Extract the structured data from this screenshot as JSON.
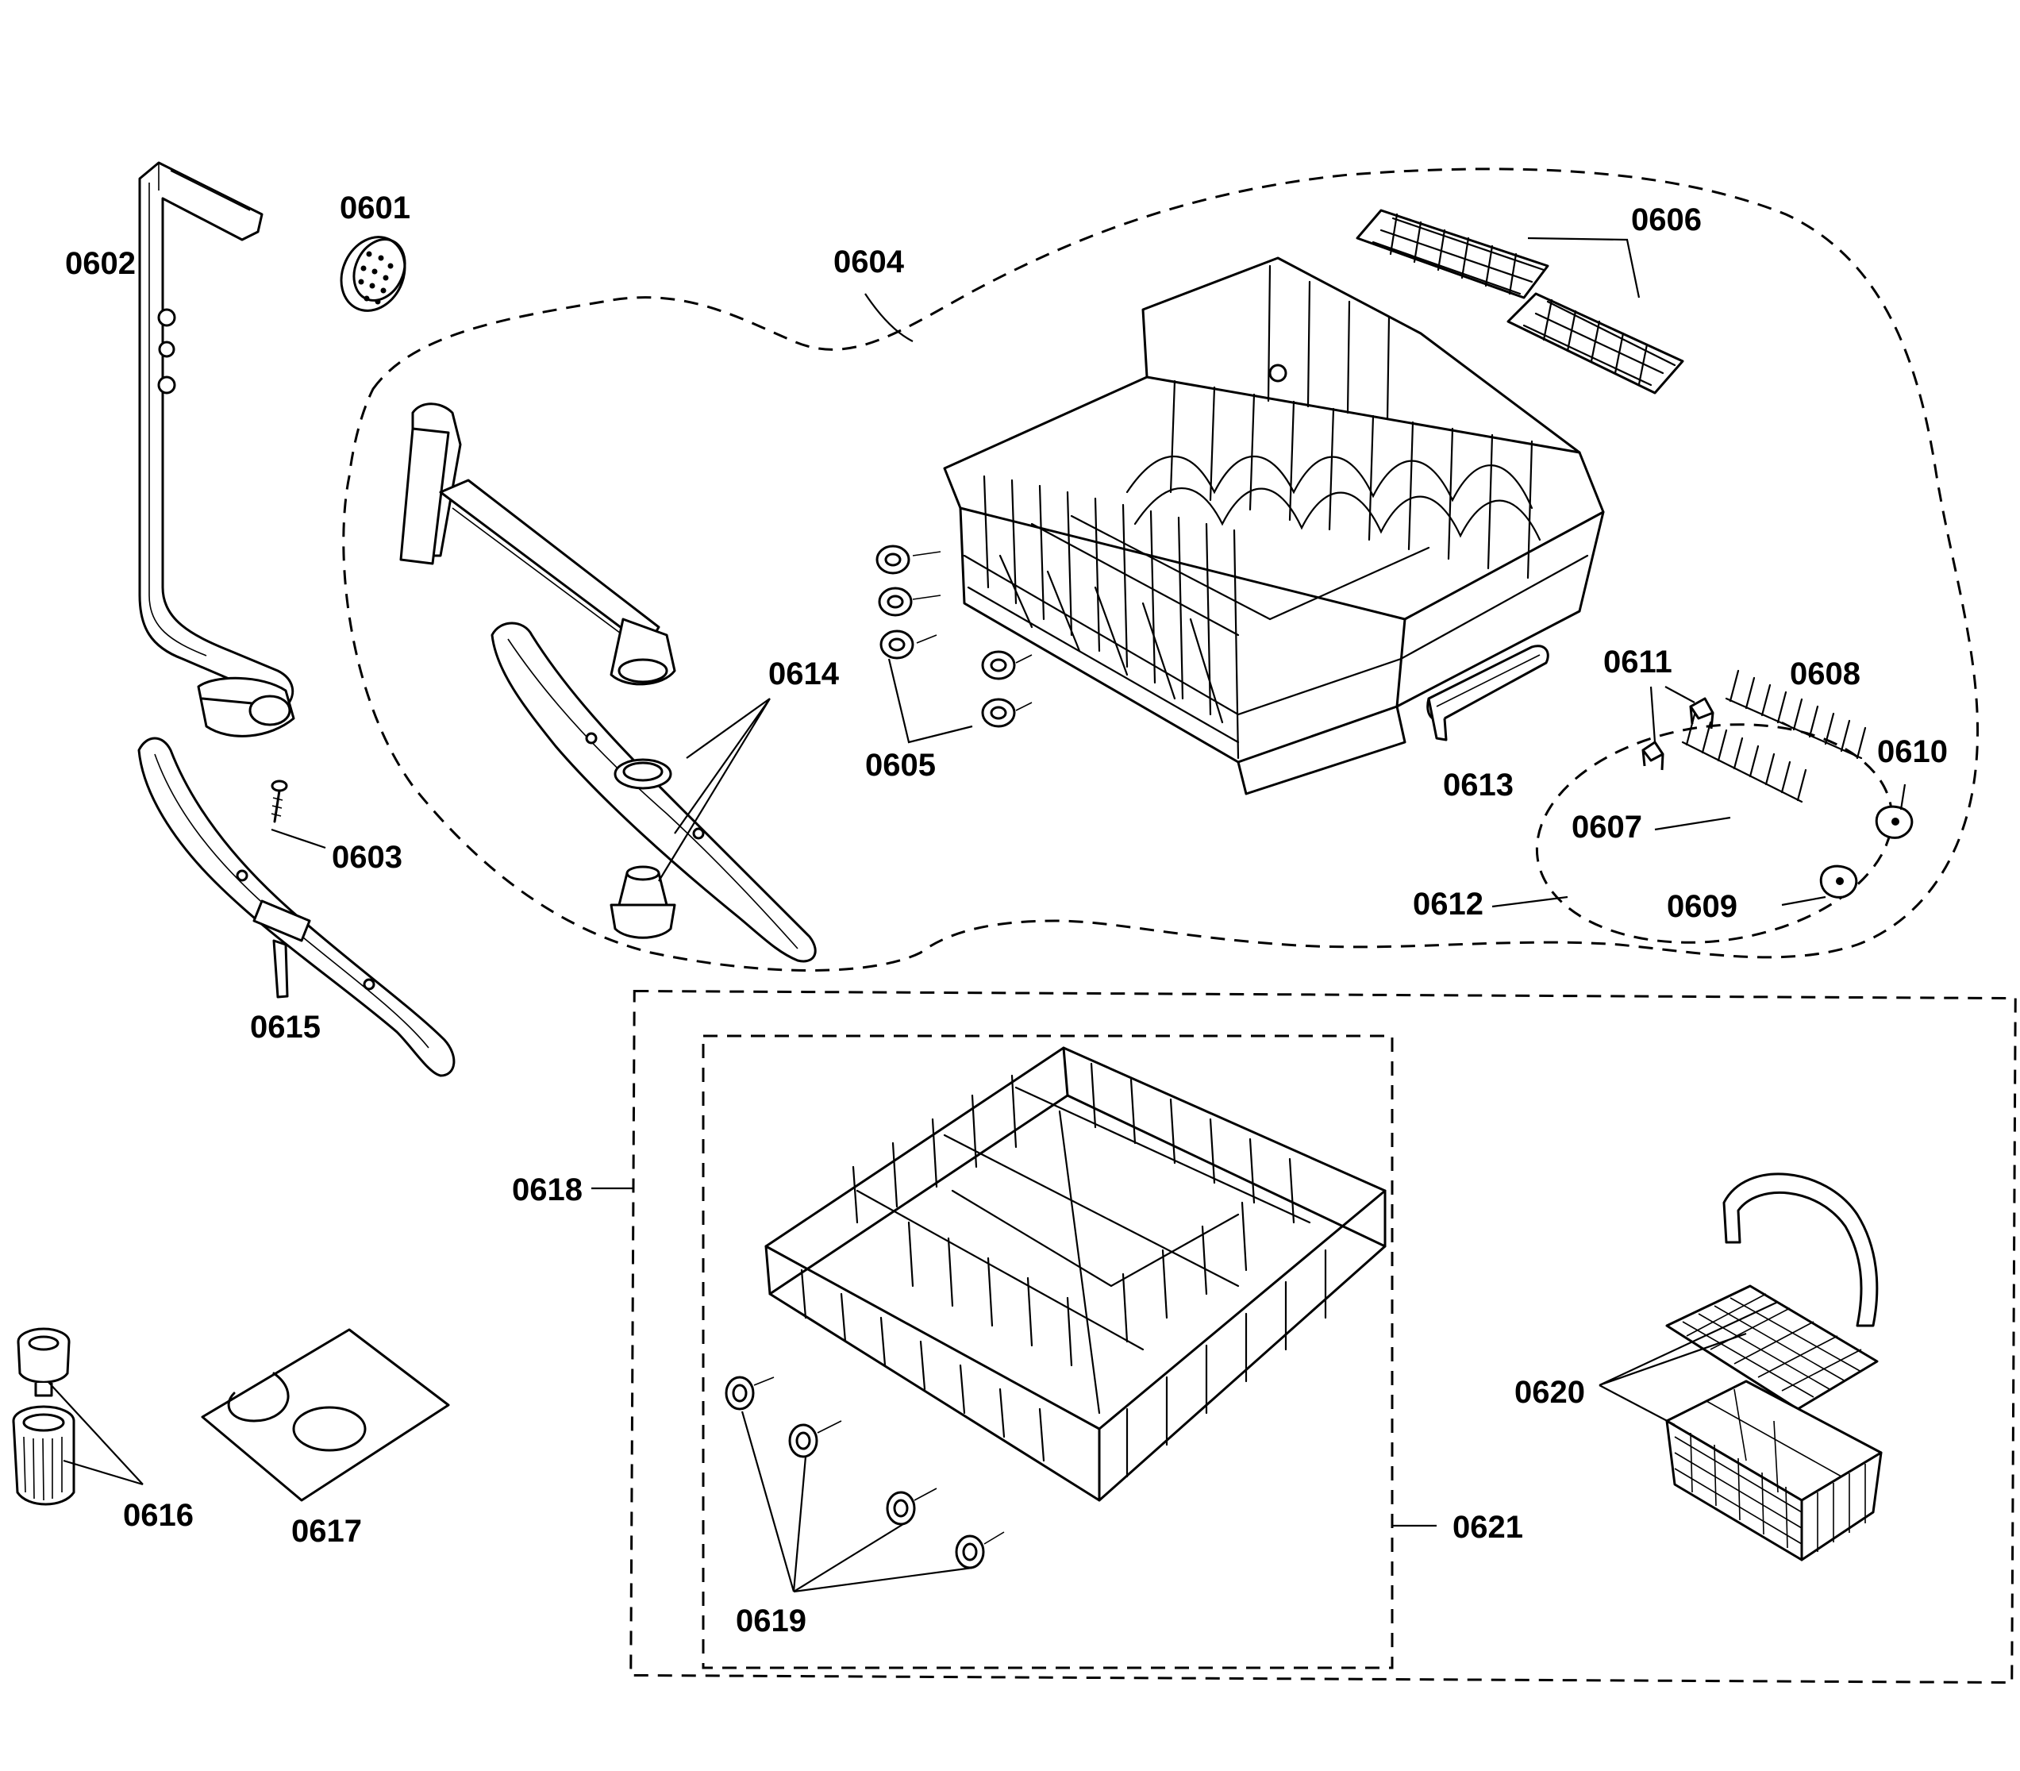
{
  "parts": {
    "p0601": "0601",
    "p0602": "0602",
    "p0603": "0603",
    "p0604": "0604",
    "p0605": "0605",
    "p0606": "0606",
    "p0607": "0607",
    "p0608": "0608",
    "p0609": "0609",
    "p0610": "0610",
    "p0611": "0611",
    "p0612": "0612",
    "p0613": "0613",
    "p0614": "0614",
    "p0615": "0615",
    "p0616": "0616",
    "p0617": "0617",
    "p0618": "0618",
    "p0619": "0619",
    "p0620": "0620",
    "p0621": "0621"
  }
}
